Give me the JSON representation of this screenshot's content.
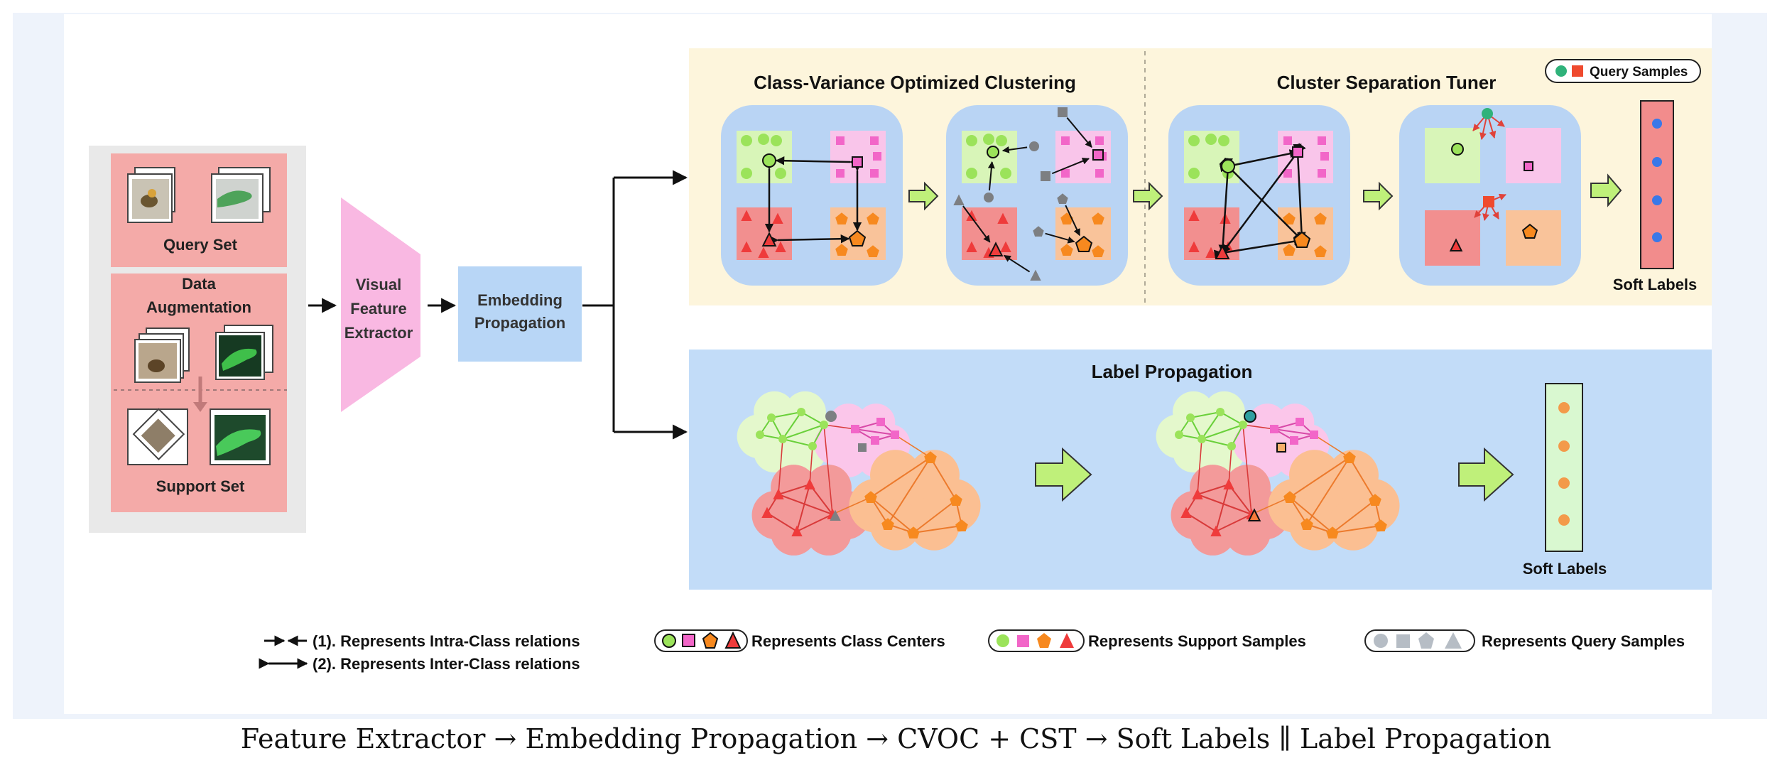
{
  "input": {
    "query_set_label": "Query Set",
    "augmentation_label": "Data\nAugmentation",
    "support_set_label": "Support Set"
  },
  "extractor_label": "Visual\nFeature\nExtractor",
  "embedding_label": "Embedding\nPropagation",
  "cvoc": {
    "title": "Class-Variance Optimized Clustering"
  },
  "cst": {
    "title": "Cluster Separation Tuner",
    "query_badge": "Query Samples",
    "soft_labels": "Soft Labels"
  },
  "label_prop": {
    "title": "Label Propagation",
    "soft_labels": "Soft Labels"
  },
  "legend": {
    "intra": "(1). Represents Intra-Class relations",
    "inter": "(2). Represents Inter-Class relations",
    "centers": "Represents Class Centers",
    "support": "Represents Support Samples",
    "query": "Represents Query Samples"
  },
  "caption": "Feature Extractor → Embedding Propagation → CVOC + CST → Soft Labels ∥ Label Propagation",
  "colors": {
    "green": "#9be35a",
    "pink": "#f266c8",
    "orange": "#f7891f",
    "red": "#ef3b3b",
    "gray": "#7d7f82",
    "top_panel_bg": "#fdf5dc",
    "bottom_panel_bg": "#c2dcf8",
    "cell_bg": "#b9d4f4"
  }
}
